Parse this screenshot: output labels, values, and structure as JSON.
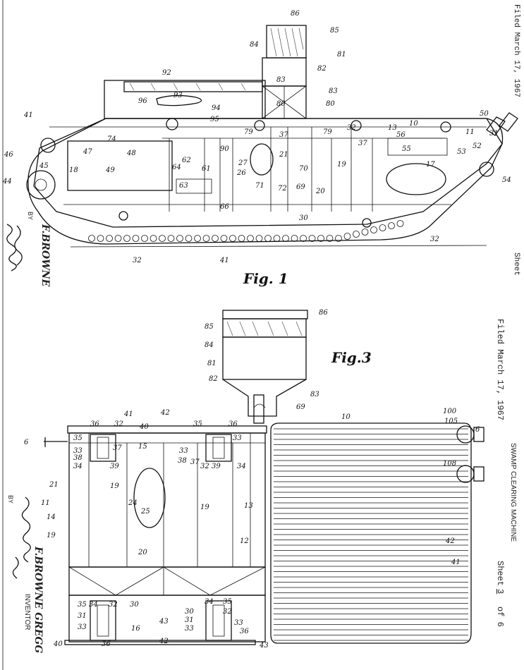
{
  "header": {
    "filed": "Filed March 17, 1967",
    "filed_top_fragment": "Filed March 17, 1967",
    "title": "SWAMP CLEARING MACHINE",
    "sheet_label": "Sheet",
    "sheet_no": "3",
    "sheet_of": "of 6",
    "sheet_fragment": "Sheet"
  },
  "figures": {
    "fig1": "Fig. 1",
    "fig3": "Fig.3"
  },
  "inventor": {
    "name": "F.BROWNE",
    "name2": "F.BROWNE GREGG",
    "label": "INVENTOR",
    "by": "BY"
  },
  "labels": {
    "fig1": [
      "86",
      "85",
      "81",
      "84",
      "82",
      "83",
      "83",
      "80",
      "80",
      "92",
      "96",
      "93",
      "94",
      "95",
      "41",
      "74",
      "46",
      "47",
      "48",
      "44",
      "45",
      "18",
      "49",
      "62",
      "64",
      "61",
      "63",
      "90",
      "79",
      "79",
      "37",
      "27",
      "21",
      "26",
      "70",
      "71",
      "72",
      "69",
      "66",
      "32",
      "37",
      "13",
      "10",
      "19",
      "20",
      "30",
      "56",
      "55",
      "53",
      "11",
      "17",
      "50",
      "31",
      "52",
      "54",
      "32",
      "32",
      "41"
    ],
    "fig3": [
      "86",
      "85",
      "84",
      "81",
      "82",
      "83",
      "69",
      "41",
      "42",
      "40",
      "36",
      "32",
      "35",
      "33",
      "38",
      "34",
      "39",
      "37",
      "15",
      "35",
      "36",
      "33",
      "33",
      "38",
      "32",
      "39",
      "34",
      "37",
      "6",
      "21",
      "19",
      "24",
      "25",
      "19",
      "13",
      "11",
      "14",
      "19",
      "20",
      "12",
      "10",
      "100",
      "105",
      "6",
      "108",
      "42",
      "41",
      "35",
      "34",
      "32",
      "30",
      "31",
      "33",
      "36",
      "16",
      "43",
      "42",
      "30",
      "31",
      "33",
      "34",
      "35",
      "32",
      "33",
      "36",
      "40",
      "43"
    ]
  }
}
